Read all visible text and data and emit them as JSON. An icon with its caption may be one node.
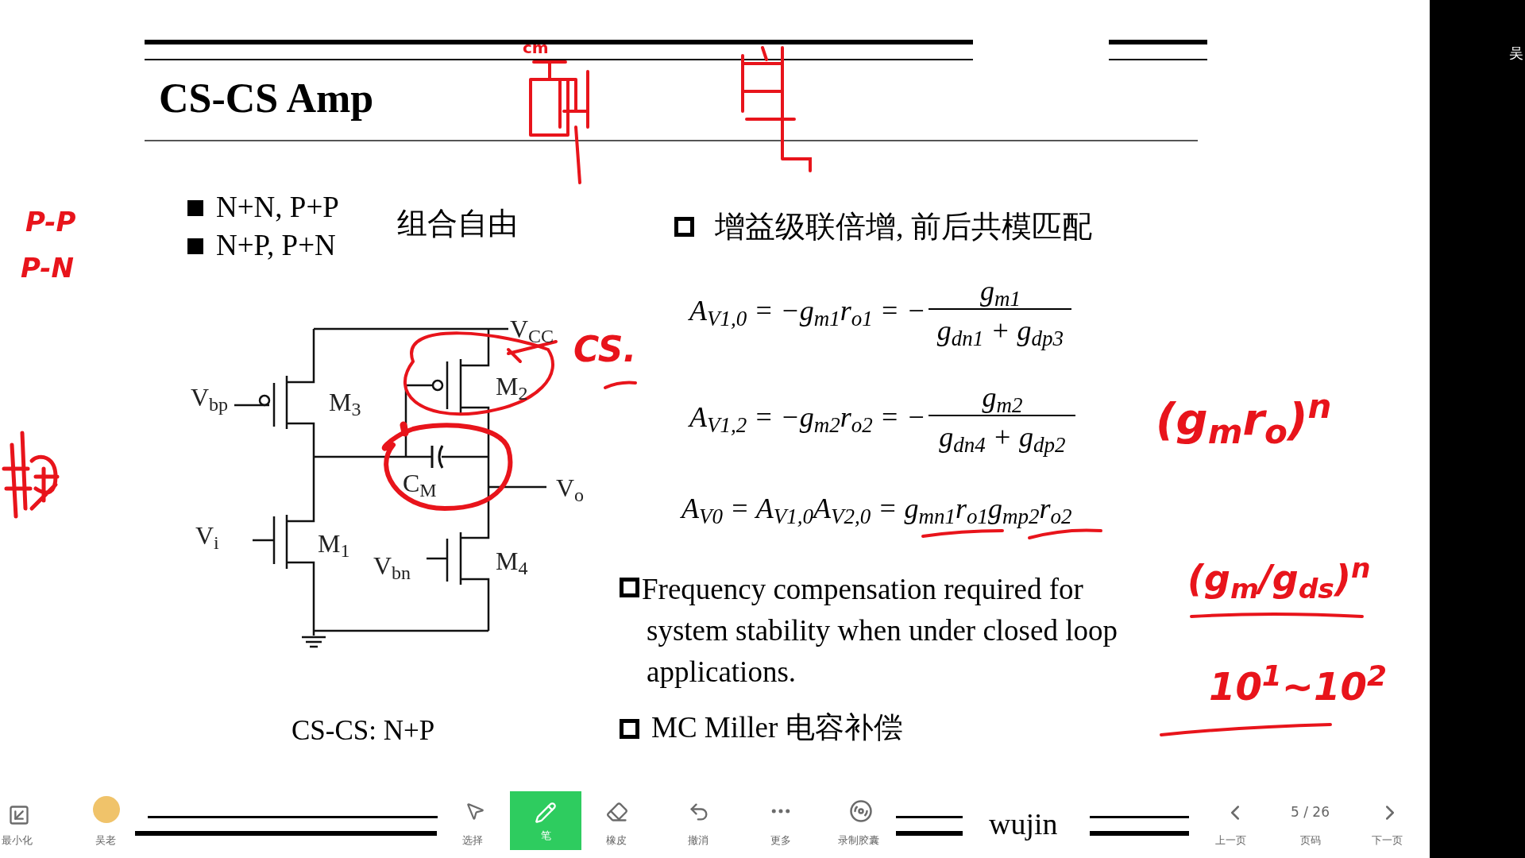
{
  "diagram": {
    "title": "CS-CS Amp",
    "caption": "CS-CS: N+P",
    "labels": [
      "N+N,  P+P",
      "N+P,  P+N",
      "组合自由",
      "增益级联倍增, 前后共模匹配",
      "V$_{CC}$",
      "V$_{bp}$",
      "M$_{3}$",
      "M$_{2}$",
      "C$_{M}$",
      "V$_{o}$",
      "V$_{i}$",
      "M$_{1}$",
      "V$_{bn}$",
      "M$_{4}$",
      "A$_{V1,0}$ = −g$_{m1}$r$_{o1}$ = −",
      "g$_{m1}$",
      "g$_{dn1}$ + g$_{dp3}$",
      "A$_{V1,2}$ = −g$_{m2}$r$_{o2}$ = −",
      "g$_{m2}$",
      "g$_{dn4}$ + g$_{dp2}$",
      "A$_{V0}$ = A$_{V1,0}$A$_{V2,0}$ = g$_{mn1}$r$_{o1}$g$_{mp2}$r$_{o2}$",
      "Frequency compensation required for system stability when under closed loop applications.",
      "MC Miller 电容补偿",
      "cm",
      "P-P",
      "P-N",
      "CS.",
      "(g$_{m}$r$_{o}$)$^{n}$",
      "(g$_{m}$/g$_{ds}$)$^{n}$",
      "10$^{1}$~10$^{2}$",
      "最小化",
      "吴老",
      "选择",
      "笔",
      "橡皮",
      "撤消",
      "更多",
      "录制胶囊",
      "wujin",
      "5 / 26",
      "上一页",
      "页码",
      "下一页",
      "吴"
    ]
  }
}
